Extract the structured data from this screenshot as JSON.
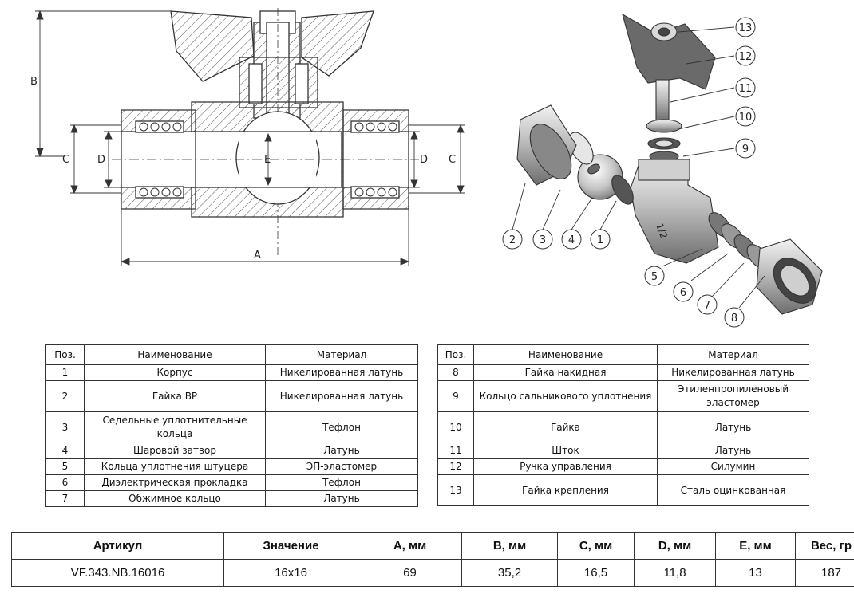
{
  "drawing": {
    "dimension_labels": {
      "A": "A",
      "B": "B",
      "C": "C",
      "D": "D",
      "E": "E"
    },
    "callouts": [
      "1",
      "2",
      "3",
      "4",
      "5",
      "6",
      "7",
      "8",
      "9",
      "10",
      "11",
      "12",
      "13"
    ],
    "body_marking": "1/2"
  },
  "parts_table": {
    "headers": {
      "pos": "Поз.",
      "name": "Наименование",
      "material": "Материал"
    },
    "left": [
      {
        "pos": "1",
        "name": "Корпус",
        "material": "Никелированная латунь"
      },
      {
        "pos": "2",
        "name": "Гайка ВР",
        "material": "Никелированная латунь"
      },
      {
        "pos": "3",
        "name": "Седельные уплотнительные кольца",
        "material": "Тефлон"
      },
      {
        "pos": "4",
        "name": "Шаровой затвор",
        "material": "Латунь"
      },
      {
        "pos": "5",
        "name": "Кольца уплотнения штуцера",
        "material": "ЭП-эластомер"
      },
      {
        "pos": "6",
        "name": "Диэлектрическая прокладка",
        "material": "Тефлон"
      },
      {
        "pos": "7",
        "name": "Обжимное кольцо",
        "material": "Латунь"
      }
    ],
    "right": [
      {
        "pos": "8",
        "name": "Гайка накидная",
        "material": "Никелированная латунь"
      },
      {
        "pos": "9",
        "name": "Кольцо сальникового уплотнения",
        "material": "Этиленпропиленовый эластомер"
      },
      {
        "pos": "10",
        "name": "Гайка",
        "material": "Латунь"
      },
      {
        "pos": "11",
        "name": "Шток",
        "material": "Латунь"
      },
      {
        "pos": "12",
        "name": "Ручка управления",
        "material": "Силумин"
      },
      {
        "pos": "13",
        "name": "Гайка крепления",
        "material": "Сталь оцинкованная"
      }
    ]
  },
  "spec_table": {
    "headers": [
      "Артикул",
      "Значение",
      "A, мм",
      "B, мм",
      "C, мм",
      "D, мм",
      "E, мм",
      "Вес, гр"
    ],
    "rows": [
      [
        "VF.343.NB.16016",
        "16x16",
        "69",
        "35,2",
        "16,5",
        "11,8",
        "13",
        "187"
      ]
    ]
  },
  "colors": {
    "line": "#333333",
    "hatch": "#555555",
    "metal": "#bfbfbf",
    "handle": "#6a6a6a"
  }
}
